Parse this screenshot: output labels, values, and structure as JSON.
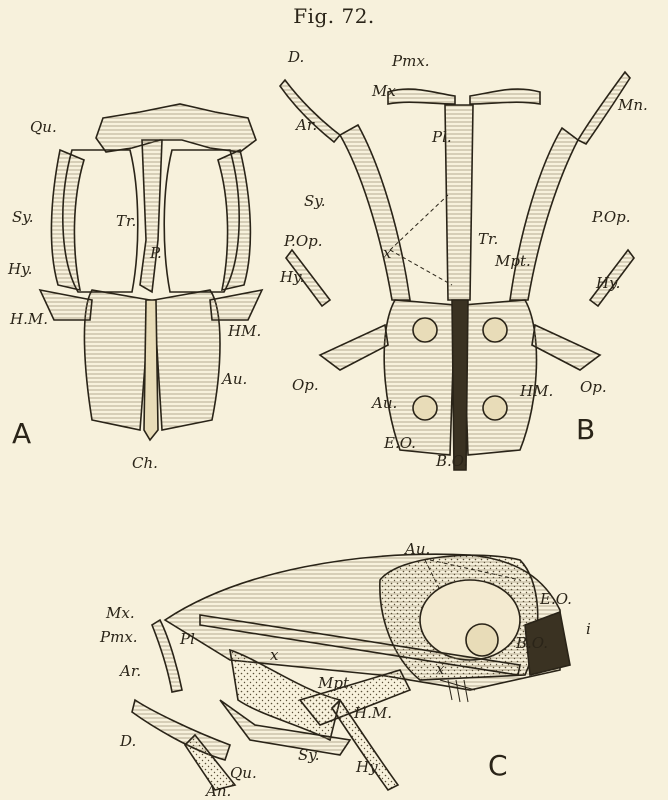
{
  "figure": {
    "caption": "Fig. 72."
  },
  "panels": {
    "a": {
      "letter": "A",
      "labels": {
        "qu": "Qu.",
        "sy": "Sy.",
        "hy": "Hy.",
        "hm_left": "H.M.",
        "tr": "Tr.",
        "p": "P.",
        "hm_right": "HM.",
        "au": "Au.",
        "ch": "Ch."
      }
    },
    "b": {
      "letter": "B",
      "labels": {
        "d": "D.",
        "pmx": "Pmx.",
        "mx": "Mx",
        "mn": "Mn.",
        "ar": "Ar.",
        "pl": "Pl.",
        "sy": "Sy.",
        "pop_left": "P.Op.",
        "pop_right": "P.Op.",
        "tr": "Tr.",
        "x": "x",
        "mpt": "Mpt.",
        "hy_left": "Hy.",
        "hy_right": "Hy.",
        "op_left": "Op.",
        "op_right": "Op.",
        "au": "Au.",
        "hm": "HM.",
        "eo": "E.O.",
        "bo": "B.O."
      }
    },
    "c": {
      "letter": "C",
      "labels": {
        "au": "Au.",
        "eo": "E.O.",
        "mx": "Mx.",
        "pmx": "Pmx.",
        "pl": "Pl",
        "x_upper": "x",
        "i": "i",
        "bo": "B.O.",
        "ar": "Ar.",
        "mpt": "Mpt.",
        "x_lower": "x",
        "hm": "H.M.",
        "d": "D.",
        "sy": "Sy.",
        "hy": "Hy",
        "qu": "Qu.",
        "an": "An."
      }
    }
  }
}
